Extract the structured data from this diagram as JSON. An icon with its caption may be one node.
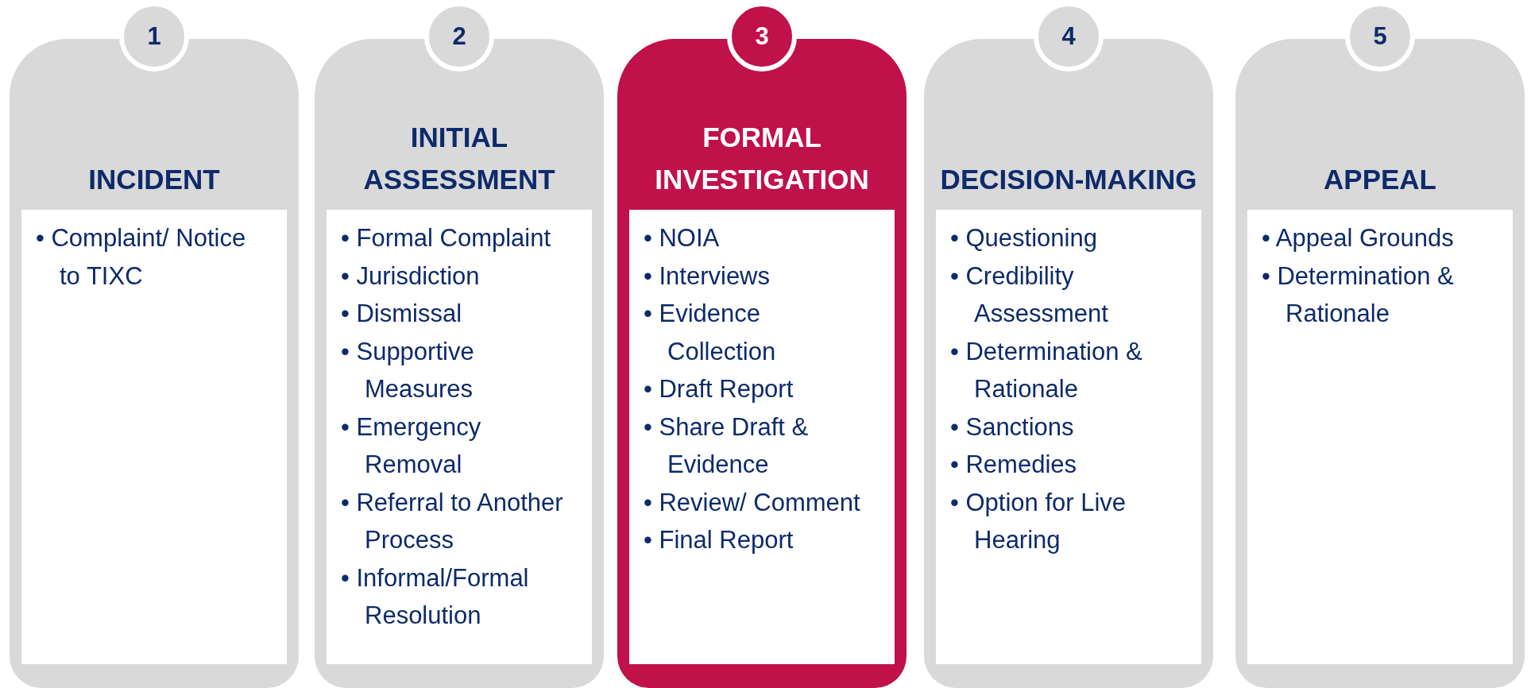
{
  "diagram": {
    "nodes": [
      {
        "text": [
          "1"
        ]
      },
      {
        "text": [
          "INCIDENT"
        ]
      },
      {
        "text": [
          "• Complaint/ Notice to TIXC"
        ],
        "in": 1
      },
      {
        "text": [
          "2"
        ]
      },
      {
        "text": [
          "INITIAL ASSESSMENT"
        ]
      },
      {
        "text": [
          "• Formal Complaint",
          "• Jurisdiction",
          "• Dismissal",
          "• Supportive Measures",
          "• Emergency Removal",
          "• Referral to Another Process",
          "• Informal/Formal Resolution"
        ],
        "in": 4
      },
      {
        "text": [
          "3"
        ]
      },
      {
        "text": [
          "FORMAL INVESTIGATION"
        ]
      },
      {
        "text": [
          "• NOIA",
          "• Interviews",
          "• Evidence Collection",
          "• Draft Report",
          "• Share Draft & Evidence",
          "• Review/ Comment",
          "• Final Report"
        ],
        "in": 7
      },
      {
        "text": [
          "4"
        ]
      },
      {
        "text": [
          "DECISION-MAKING"
        ]
      },
      {
        "text": [
          "• Questioning",
          "• Credibility Assessment",
          "• Determination & Rationale",
          "• Sanctions",
          "• Remedies",
          "• Option for Live Hearing"
        ],
        "in": 10
      },
      {
        "text": [
          "5"
        ]
      },
      {
        "text": [
          "APPEAL"
        ]
      },
      {
        "text": [
          "• Appeal Grounds",
          "• Determination & Rationale"
        ],
        "in": 13
      }
    ]
  }
}
